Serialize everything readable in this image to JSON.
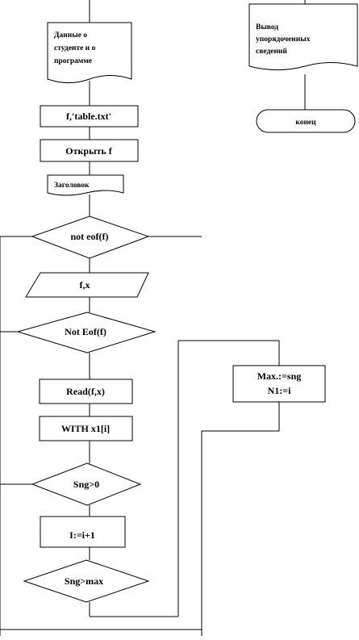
{
  "flowchart": {
    "doc_input": [
      "Данные о",
      "студенте и о",
      "программе"
    ],
    "doc_output": [
      "Вывод",
      "упорядоченных",
      "сведений"
    ],
    "terminal_end": "конец",
    "assign_file": "f,'table.txt'",
    "open_file": "Открыть f",
    "header": "Заголовок",
    "cond_not_eof_1": "not eof(f)",
    "io_fx": "f,x",
    "cond_not_eof_2": "Not Eof(f)",
    "read_fx": "Read(f,x)",
    "with_x1": "WITH x1[i]",
    "cond_sng_gt_0": "Sng>0",
    "inc_i": "I:=i+1",
    "cond_sng_gt_max": "Sng>max",
    "assign_max": [
      "Max.:=sng",
      "N1:=i"
    ]
  }
}
